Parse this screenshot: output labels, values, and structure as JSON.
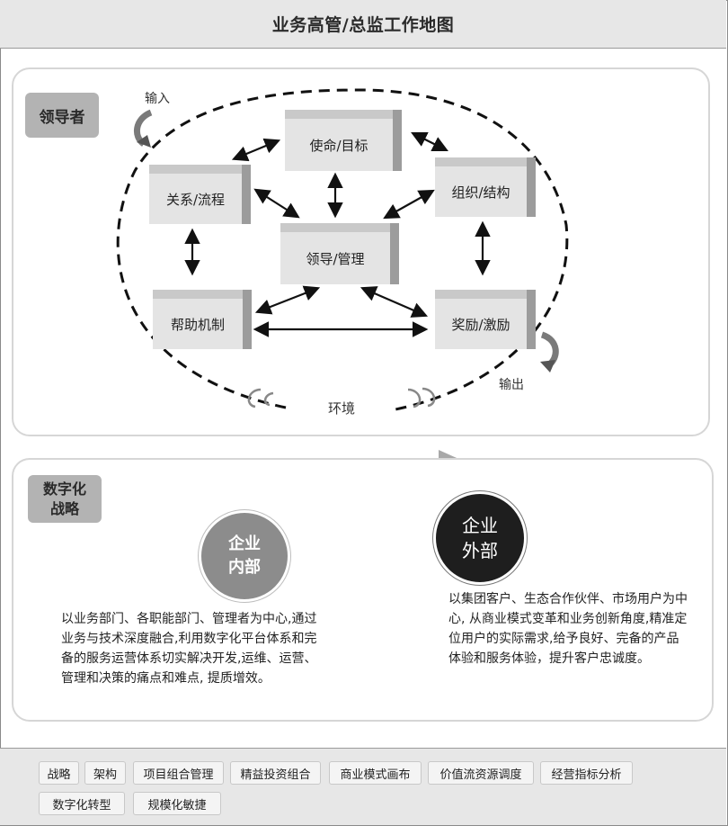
{
  "header": {
    "title": "业务高管/总监工作地图"
  },
  "leader_section": {
    "tag": "领导者",
    "boxes": {
      "mission": "使命/目标",
      "relation": "关系/流程",
      "org": "组织/结构",
      "lead": "领导/管理",
      "help": "帮助机制",
      "reward": "奖励/激励"
    },
    "input_label": "输入",
    "output_label": "输出",
    "environment_label": "环境"
  },
  "digital_section": {
    "tag_line1": "数字化",
    "tag_line2": "战略",
    "inner_line1": "企业",
    "inner_line2": "内部",
    "outer_line1": "企业",
    "outer_line2": "外部",
    "inner_text": "以业务部门、各职能部门、管理者为中心,通过业务与技术深度融合,利用数字化平台体系和完备的服务运营体系切实解决开发,运维、运营、管理和决策的痛点和难点, 提质增效。",
    "outer_text": "以集团客户、生态合作伙伴、市场用户为中心, 从商业模式变革和业务创新角度,精准定位用户的实际需求,给予良好、完备的产品体验和服务体验，提升客户忠诚度。"
  },
  "footer": {
    "tags": [
      "战略",
      "架构",
      "项目组合管理",
      "精益投资组合",
      "商业模式画布",
      "价值流资源调度",
      "经营指标分析",
      "数字化转型",
      "规模化敏捷"
    ]
  }
}
